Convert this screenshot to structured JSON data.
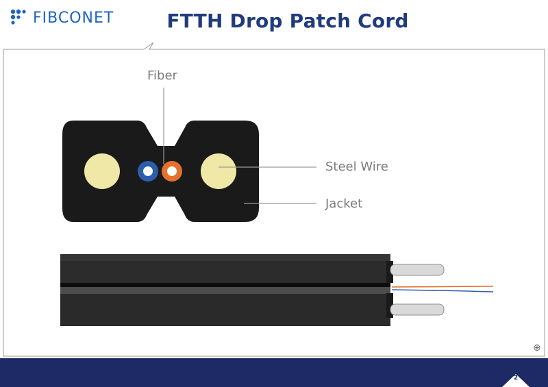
{
  "brand": {
    "name": "FIBCONET",
    "logo_icon": "dot-cluster-icon",
    "colors": {
      "logo": "#1c63c4",
      "title": "#1f3b7c",
      "footer": "#1d2a66"
    }
  },
  "slide": {
    "title": "FTTH Drop Patch Cord",
    "page_number": "2"
  },
  "diagram": {
    "labels": {
      "fiber": "Fiber",
      "steel_wire": "Steel Wire",
      "jacket": "Jacket"
    },
    "colors": {
      "jacket": "#1a1a1a",
      "steel_wire": "#efe8a6",
      "fiber_blue": "#2b5fad",
      "fiber_orange": "#e2722e"
    }
  }
}
